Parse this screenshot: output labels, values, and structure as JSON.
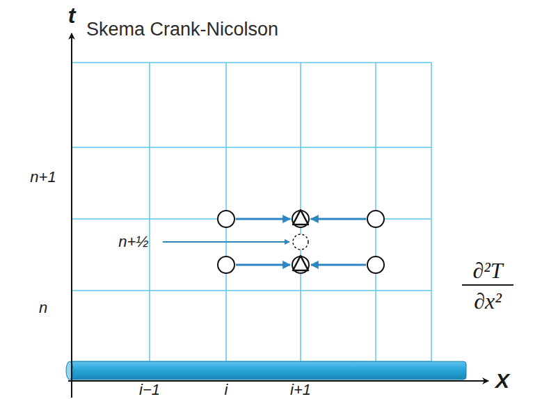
{
  "diagram": {
    "title": "Skema Crank-Nicolson",
    "labels": [
      "t",
      "n+1",
      "n+½",
      "n",
      "∂²T",
      "∂x²",
      "X",
      "i−1",
      "i",
      "i+1"
    ]
  }
}
